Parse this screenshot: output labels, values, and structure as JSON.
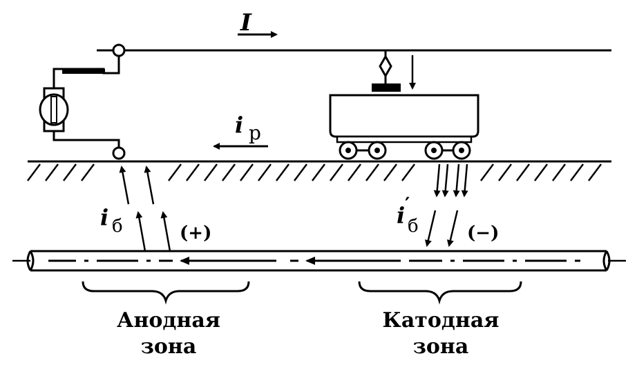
{
  "labels": {
    "current_I": "I",
    "current_ip_main": "i",
    "current_ip_sub": "р",
    "current_ib_main": "i",
    "current_ib_sub": "б",
    "current_ib_prime_main": "i",
    "current_ib_prime_mark": "′",
    "current_ib_prime_sub": "б",
    "plus_sign": "(+)",
    "minus_sign": "(−)",
    "anode_zone_line1": "Анодная",
    "anode_zone_line2": "зона",
    "cathode_zone_line1": "Катодная",
    "cathode_zone_line2": "зона"
  },
  "colors": {
    "ink": "#000000",
    "paper": "#ffffff"
  }
}
